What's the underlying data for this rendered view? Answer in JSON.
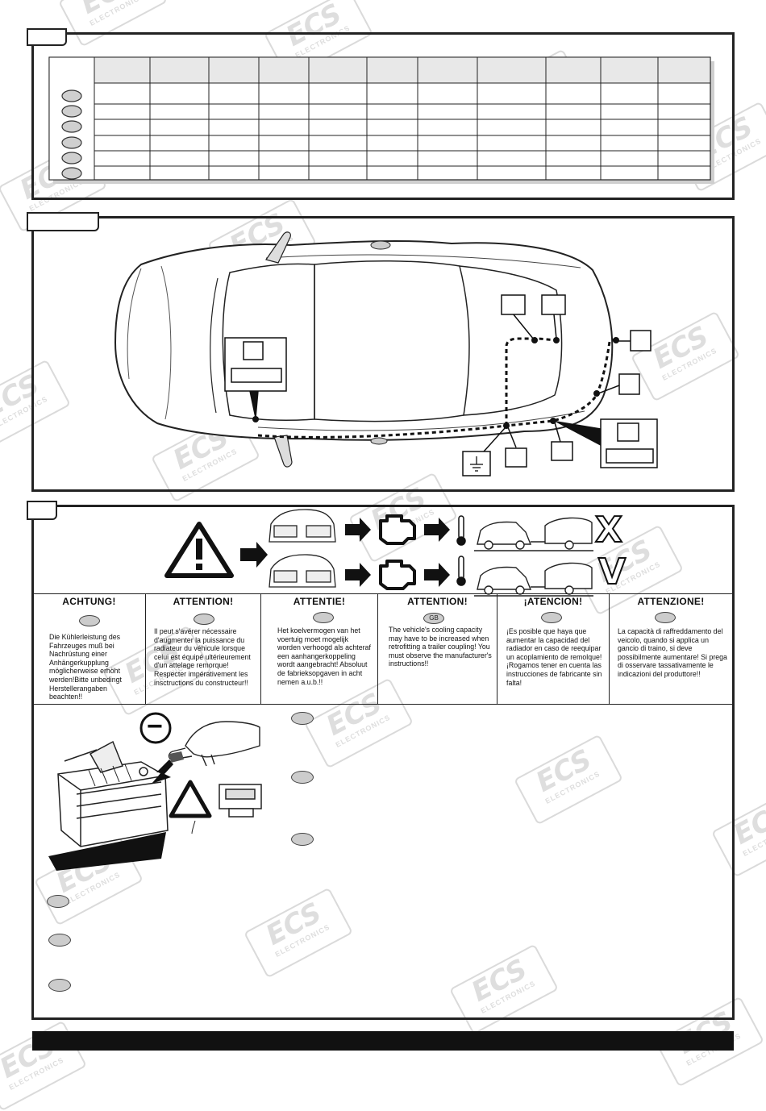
{
  "watermark": {
    "brand": "ECS",
    "sub": "ELECTRONICS"
  },
  "warning_section": {
    "symbols": {
      "bad_mark": "X",
      "good_mark": "V",
      "country_badge": "GB"
    },
    "languages": [
      {
        "title": "ACHTUNG!",
        "text": "Die Kühlerleistung des Fahrzeuges muß bei Nachrüstung einer Anhängerkupplung möglicherweise erhöht werden!Bitte unbedingt Herstellerangaben beachten!!"
      },
      {
        "title": "ATTENTION!",
        "text": "Il peut s'avérer nécessaire d'augmenter la puissance du radiateur du véhicule lorsque celui est équipé ultérieurement d'un attelage remorque! Respecter impérativement les insctructions du constructeur!!"
      },
      {
        "title": "ATTENTIE!",
        "text": "Het koelvermogen van het voertuig moet mogelijk worden verhoogd als achteraf een aanhangerkoppeling wordt aangebracht! Absoluut de fabrieksopgaven in acht nemen a.u.b.!!"
      },
      {
        "title": "ATTENTION!",
        "text": "The vehicle's cooling capacity may have to be increased when retrofitting a trailer coupling! You must observe the manufacturer's instructions!!"
      },
      {
        "title": "¡ATENCION!",
        "text": "¡Es posible que haya que aumentar la capacidad del radiador en caso de reequipar un acoplamiento de remolque! ¡Rogamos tener en cuenta las instrucciones de fabricante sin falta!"
      },
      {
        "title": "ATTENZIONE!",
        "text": "La capacità di raffreddamento del veicolo, quando si applica un gancio di traino, si deve possibilmente aumentare! Si prega di osservare tassativamente le indicazioni del produttore!!"
      }
    ]
  },
  "battery_section": {
    "minus_symbol": "−"
  }
}
